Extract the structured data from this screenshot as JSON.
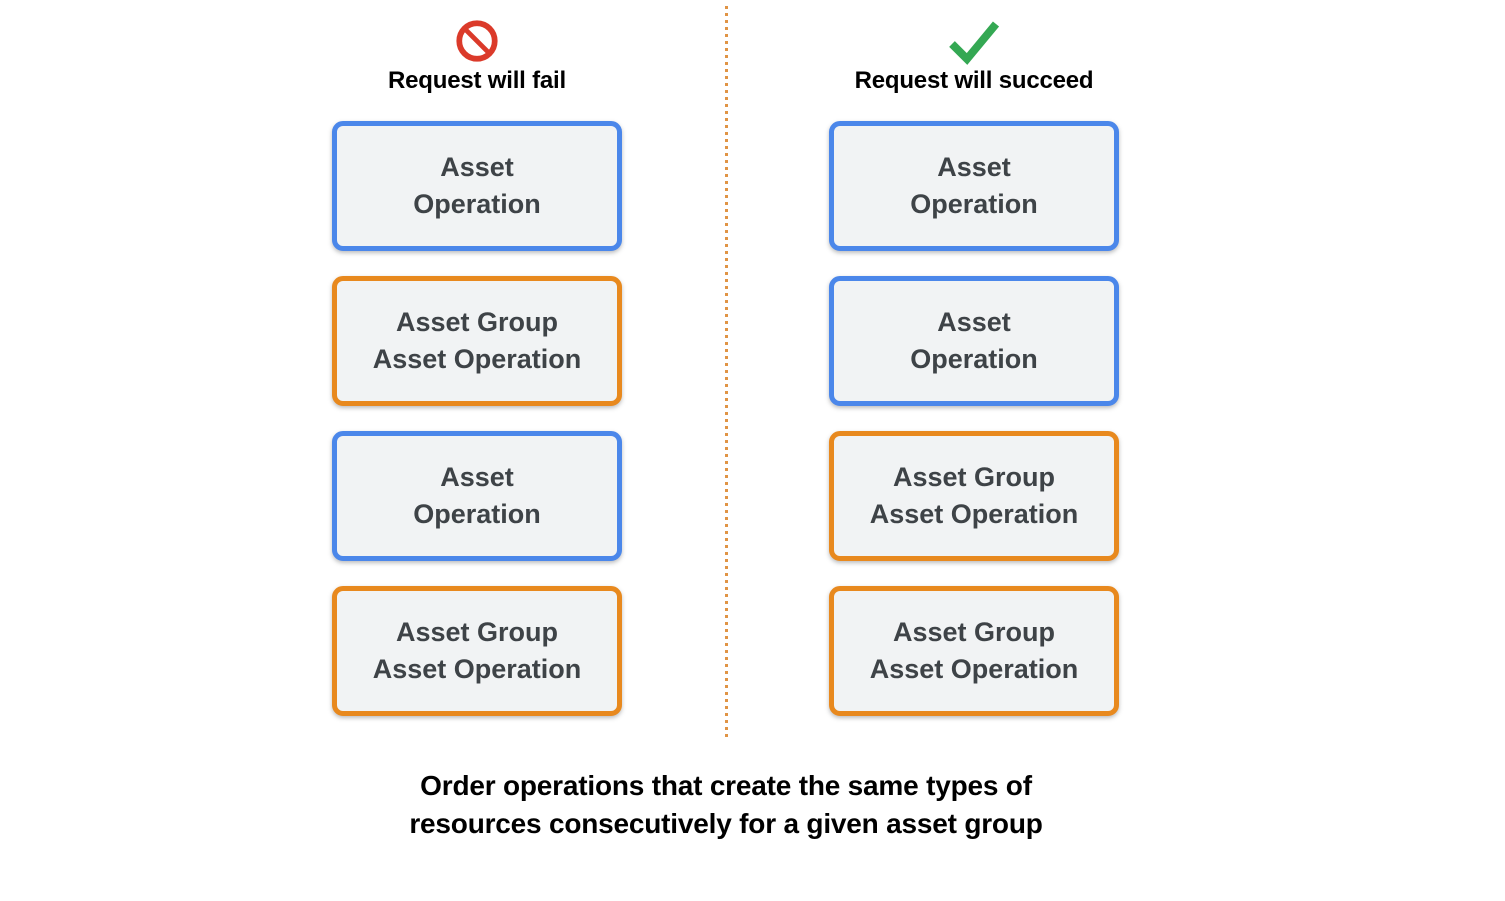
{
  "columns": [
    {
      "title": "Request will fail",
      "icon": "prohibited-icon",
      "boxes": [
        {
          "type": "asset-operation",
          "line1": "Asset",
          "line2": "Operation"
        },
        {
          "type": "asset-group-operation",
          "line1": "Asset Group",
          "line2": "Asset Operation"
        },
        {
          "type": "asset-operation",
          "line1": "Asset",
          "line2": "Operation"
        },
        {
          "type": "asset-group-operation",
          "line1": "Asset Group",
          "line2": "Asset Operation"
        }
      ]
    },
    {
      "title": "Request will succeed",
      "icon": "checkmark-icon",
      "boxes": [
        {
          "type": "asset-operation",
          "line1": "Asset",
          "line2": "Operation"
        },
        {
          "type": "asset-operation",
          "line1": "Asset",
          "line2": "Operation"
        },
        {
          "type": "asset-group-operation",
          "line1": "Asset Group",
          "line2": "Asset Operation"
        },
        {
          "type": "asset-group-operation",
          "line1": "Asset Group",
          "line2": "Asset Operation"
        }
      ]
    }
  ],
  "caption": {
    "line1": "Order operations that create the same types of",
    "line2": "resources consecutively for a given asset group"
  },
  "colors": {
    "asset_operation_border": "#4B87EA",
    "asset_group_border": "#E8891E",
    "box_fill": "#F1F3F4",
    "box_text": "#3E4347",
    "fail_icon_red": "#DB3A2A",
    "succeed_icon_green": "#34A853",
    "divider_orange": "#E09445",
    "heading_text": "#000000"
  }
}
